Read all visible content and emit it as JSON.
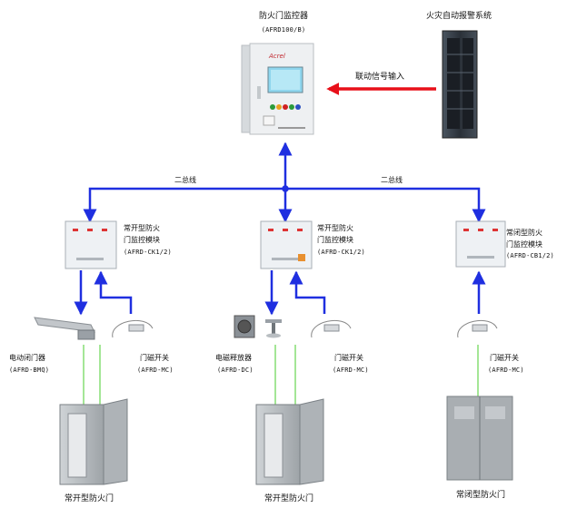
{
  "controller": {
    "name": "防火门监控器",
    "model": "(AFRD100/B)",
    "brand": "Acrel"
  },
  "fire_alarm": {
    "name": "火灾自动报警系统"
  },
  "link_signal": "联动信号输入",
  "bus": {
    "left": "二总线",
    "right": "二总线"
  },
  "modules": [
    {
      "name_line1": "常开型防火",
      "name_line2": "门监控模块",
      "model": "(AFRD-CK1/2)"
    },
    {
      "name_line1": "常开型防火",
      "name_line2": "门监控模块",
      "model": "(AFRD-CK1/2)"
    },
    {
      "name_line1": "常闭型防火",
      "name_line2": "门监控模块",
      "model": "(AFRD-CB1/2)"
    }
  ],
  "devices": {
    "closer": {
      "name": "电动闭门器",
      "model": "(AFRD-BMQ)"
    },
    "switch1": {
      "name": "门磁开关",
      "model": "(AFRD-MC)"
    },
    "release": {
      "name": "电磁释放器",
      "model": "(AFRD-DC)"
    },
    "switch2": {
      "name": "门磁开关",
      "model": "(AFRD-MC)"
    },
    "switch3": {
      "name": "门磁开关",
      "model": "(AFRD-MC)"
    }
  },
  "doors": [
    {
      "label": "常开型防火门"
    },
    {
      "label": "常开型防火门"
    },
    {
      "label": "常闭型防火门"
    }
  ],
  "colors": {
    "bus": "#1f2fe0",
    "signal": "#e8101a",
    "wire": "#7ddc6a"
  }
}
